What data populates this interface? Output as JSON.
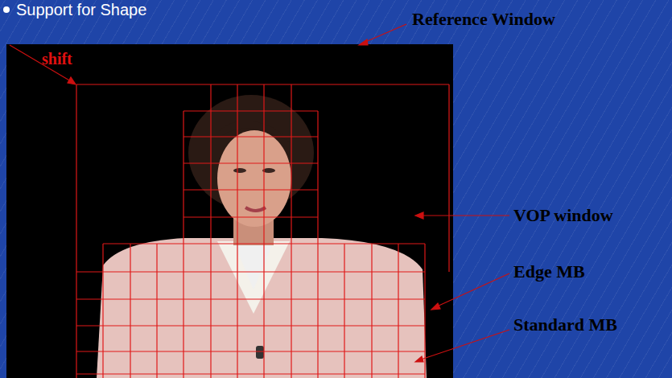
{
  "diagram": {
    "labels": [
      "Support for Shape",
      "Reference Window",
      "shift",
      "VOP window",
      "Edge MB",
      "Standard MB"
    ]
  }
}
